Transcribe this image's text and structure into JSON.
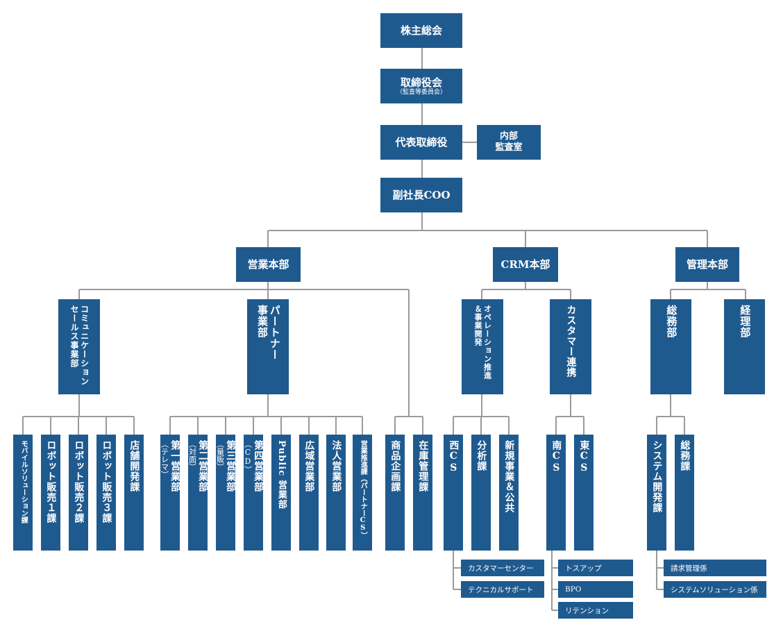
{
  "top": {
    "shareholders": "株主総会",
    "board": "取締役会",
    "board_sub": "（監査等委員会）",
    "ceo": "代表取締役",
    "audit_1": "内部",
    "audit_2": "監査室",
    "coo": "副社長COO"
  },
  "divisions": {
    "sales": "営業本部",
    "crm": "CRM本部",
    "admin": "管理本部"
  },
  "depts": {
    "comm_1": "コミュニケーション",
    "comm_2": "セールス事業部",
    "partner_1": "パートナー",
    "partner_2": "事業部",
    "ops_1": "オペレーション推進",
    "ops_2": "＆事業開発",
    "custlink": "カスタマー連携",
    "general": "総務部",
    "accounting": "経理部"
  },
  "sections": {
    "mobile": "モバイルソリューション課",
    "robot1": "ロボット販売１課",
    "robot2": "ロボット販売２課",
    "robot3": "ロボット販売３課",
    "store": "店舗開発課",
    "s1": "第一営業部",
    "s1_sub": "（テレマ）",
    "s2": "第二営業部",
    "s2_sub": "（対面）",
    "s3": "第三営業部",
    "s3_sub": "（量販）",
    "s4": "第四営業部",
    "s4_sub": "（CD）",
    "public": "Public 営業部",
    "wide": "広域営業部",
    "corp": "法人営業部",
    "promo": "営業推進課（パートナーCS）",
    "product": "商品企画課",
    "stock": "在庫管理課",
    "west": "西CS",
    "analysis": "分析課",
    "newbiz": "新規事業＆公共",
    "south": "南CS",
    "east": "東CS",
    "system": "システム開発課",
    "general_sec": "総務課"
  },
  "leaves": {
    "cc": "カスタマーセンター",
    "tech": "テクニカルサポート",
    "toss": "トスアップ",
    "bpo": "BPO",
    "ret": "リテンション",
    "billing": "請求管理係",
    "syssol": "システムソリューション係"
  },
  "colors": {
    "box": "#1f5a8f",
    "line": "#9a9a9a",
    "text": "#ffffff"
  }
}
